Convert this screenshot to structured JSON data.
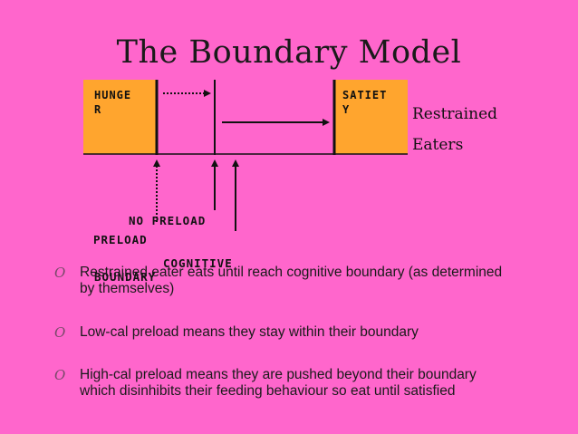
{
  "slide": {
    "title": "The Boundary Model",
    "boxes": {
      "hunger_label": "HUNGE\nR",
      "satiety_label": "SATIET\nY"
    },
    "side_label": {
      "line1": "Restrained",
      "line2": "Eaters"
    },
    "diagram_labels": {
      "no_preload": "NO PRELOAD",
      "preload": "PRELOAD",
      "cognitive": "COGNITIVE",
      "boundary": "BOUNDARY"
    },
    "bullets": [
      {
        "marker": "O",
        "text": "Restrained eater eats until reach cognitive boundary (as determined by themselves)"
      },
      {
        "marker": "O",
        "text": "Low-cal preload means they stay within their boundary"
      },
      {
        "marker": "O",
        "text": "High-cal preload means they are pushed beyond their boundary which disinhibits their feeding behaviour so eat until satisfied"
      }
    ],
    "colors": {
      "background": "#ff66cc",
      "box_fill": "#ffa52e",
      "text": "#1a1a1a"
    }
  }
}
